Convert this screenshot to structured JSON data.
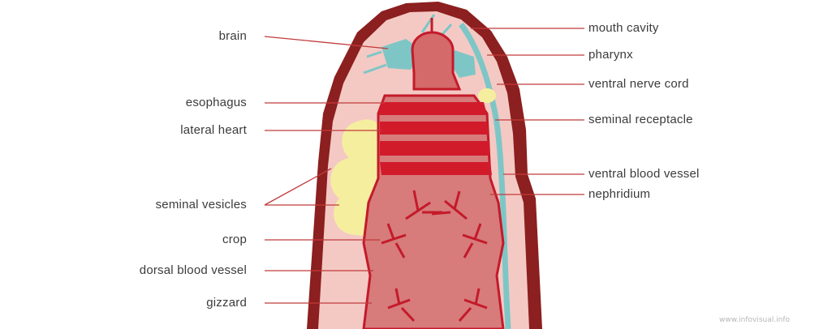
{
  "labels_left": [
    "brain",
    "esophagus",
    "lateral heart",
    "seminal vesicles",
    "crop",
    "dorsal blood vessel",
    "gizzard"
  ],
  "labels_right": [
    "mouth cavity",
    "pharynx",
    "ventral nerve cord",
    "seminal receptacle",
    "ventral blood vessel",
    "nephridium"
  ],
  "watermark": "www.infovisual.info",
  "colors": {
    "body_wall": "#8c1f1f",
    "body_fill": "#f4c9c4",
    "gut_fill": "#d77b7b",
    "heart_red": "#d11b2b",
    "nerve_cyan": "#7ec6c6",
    "vesicle_yellow": "#f6ee9f",
    "line_color": "#c13b3b"
  }
}
